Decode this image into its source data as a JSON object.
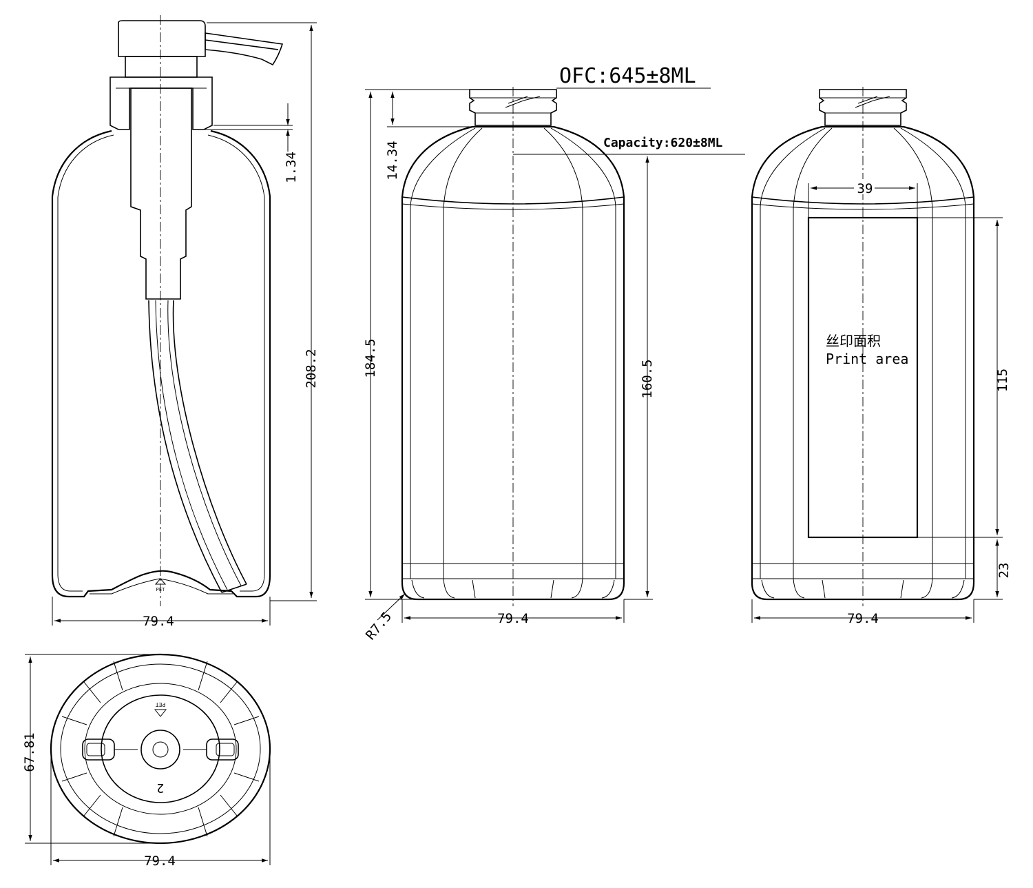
{
  "labels": {
    "ofc": "OFC:645±8ML",
    "capacity": "Capacity:620±8ML",
    "print_area_cn": "丝印面积",
    "print_area_en": "Print area",
    "radius": "R7.5",
    "pet_mark": "PET",
    "mold_number": "2"
  },
  "dimensions": {
    "side_height_total": "208.2",
    "side_gap": "1.34",
    "side_width": "79.4",
    "front_height_total": "184.5",
    "front_neck": "14.34",
    "front_body_height": "160.5",
    "front_width": "79.4",
    "back_print_width": "39",
    "back_print_height": "115",
    "back_bottom_offset": "23",
    "back_width": "79.4",
    "base_height": "67.81",
    "base_width": "79.4"
  }
}
